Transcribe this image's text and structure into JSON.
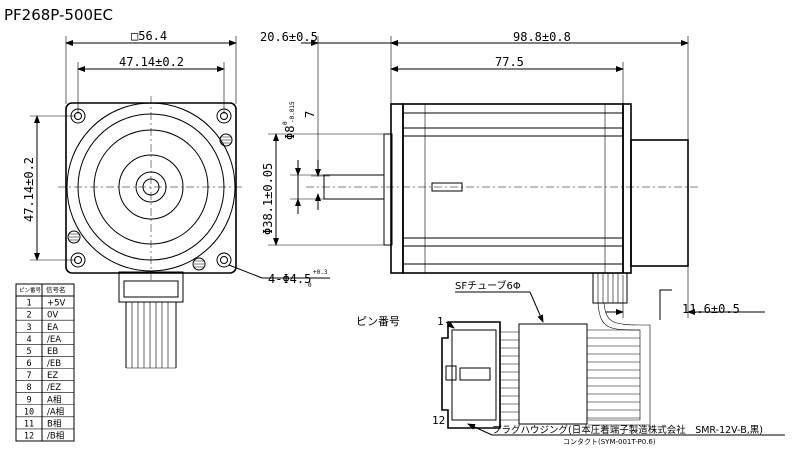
{
  "title": "PF268P-500EC",
  "front_view": {
    "dim_square": "□56.4",
    "dim_top_pitch": "47.14±0.2",
    "dim_side_pitch": "47.14±0.2",
    "hole_label": "4-Φ4.5",
    "hole_tol_top": "+0.3",
    "hole_tol_bottom": "0"
  },
  "side_view": {
    "dim_shaft_length": "20.6±0.5",
    "dim_total": "98.8±0.8",
    "dim_body": "77.5",
    "dim_flat": "7",
    "dim_shaft_dia": "Φ8",
    "dim_shaft_tol_top": "0",
    "dim_shaft_tol_bottom": "-0.015",
    "dim_boss": "Φ38.1±0.05",
    "dim_lead": "11.6±0.5"
  },
  "connector": {
    "tube_label": "SFチューブ6Φ",
    "pin_label": "ピン番号",
    "pin_first": "1",
    "pin_last": "12",
    "housing_label": "プラグハウジング(日本圧着端子製造株式会社　SMR-12V-B,黒)",
    "contact_label": "コンタクト(SYM-001T-P0.6)"
  },
  "pin_table": {
    "headers": [
      "ピン番号",
      "信号名"
    ],
    "rows": [
      [
        "1",
        "+5V"
      ],
      [
        "2",
        "0V"
      ],
      [
        "3",
        "EA"
      ],
      [
        "4",
        "/EA"
      ],
      [
        "5",
        "EB"
      ],
      [
        "6",
        "/EB"
      ],
      [
        "7",
        "EZ"
      ],
      [
        "8",
        "/EZ"
      ],
      [
        "9",
        "A相"
      ],
      [
        "10",
        "/A相"
      ],
      [
        "11",
        "B相"
      ],
      [
        "12",
        "/B相"
      ]
    ]
  }
}
